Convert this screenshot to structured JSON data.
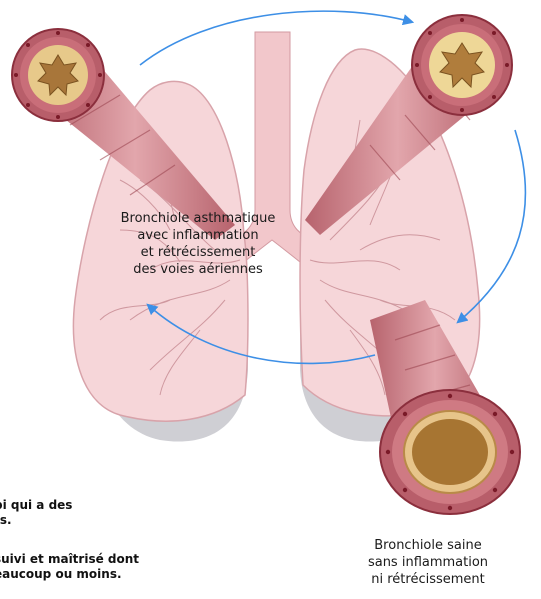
{
  "labels": {
    "asthmatic": [
      "Bronchiole asthmatique",
      "avec inflammation",
      "et rétrécissement",
      "des voies aériennes"
    ],
    "healthy": [
      "Bronchiole saine",
      "sans inflammation",
      "ni rétrécissement"
    ]
  },
  "side_text": {
    "line1": "bi qui a des",
    "line2": "rs.",
    "line3": "suivi et maîtrisé dont",
    "line4": "eaucoup ou moins."
  },
  "colors": {
    "lung_fill": "#f6d6d9",
    "lung_stroke": "#d8a3aa",
    "trachea": "#f0c4c8",
    "shadow": "#c9c9cf",
    "bronchus_outer": "#c97c84",
    "bronchus_ring": "#dca0a6",
    "wall": "#a63b4a",
    "lumen_inflamed": "#e9d68f",
    "lumen_healthy": "#e3be6a",
    "arrow": "#3d8fe6"
  }
}
